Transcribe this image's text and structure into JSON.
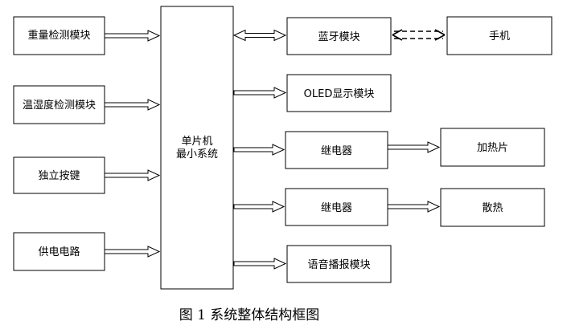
{
  "blocks": {
    "weight_detection": "重量检测模块",
    "temp_humidity_detection": "温湿度检测模块",
    "independent_keys": "独立按键",
    "power_circuit": "供电电路",
    "mcu_line1": "单片机",
    "mcu_line2": "最小系统",
    "bluetooth": "蓝牙模块",
    "phone": "手机",
    "oled_display": "OLED显示模块",
    "relay_1": "继电器",
    "heater": "加热片",
    "relay_2": "继电器",
    "cooling": "散热",
    "voice_broadcast": "语音播报模块"
  },
  "caption": "图 1 系统整体结构框图"
}
